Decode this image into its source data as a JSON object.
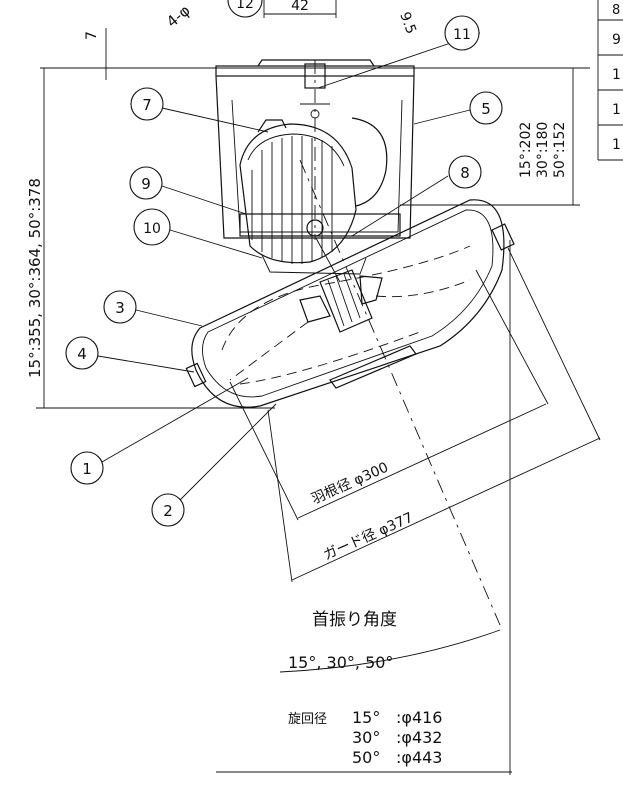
{
  "top_dims": {
    "left_partial": "4-φ",
    "center": "42",
    "right_partial": "9.5",
    "gap": "7"
  },
  "callouts": [
    {
      "id": "c1",
      "num": "1"
    },
    {
      "id": "c2",
      "num": "2"
    },
    {
      "id": "c3",
      "num": "3"
    },
    {
      "id": "c4",
      "num": "4"
    },
    {
      "id": "c5",
      "num": "5"
    },
    {
      "id": "c7",
      "num": "7"
    },
    {
      "id": "c8",
      "num": "8"
    },
    {
      "id": "c9",
      "num": "9"
    },
    {
      "id": "c10",
      "num": "10"
    },
    {
      "id": "c11",
      "num": "11"
    },
    {
      "id": "c12",
      "num": "12"
    }
  ],
  "left_height_dims": "15°:355,  30°:364,  50°:378",
  "right_height_dims": [
    "15°:202",
    "30°:180",
    "50°:152"
  ],
  "blade_dim": "羽根径 φ300",
  "guard_dim": "ガード径 φ377",
  "swing_angle": {
    "title": "首振り角度",
    "values": "15°, 30°, 50°"
  },
  "rotation": {
    "label": "旋回径",
    "rows": [
      {
        "angle": "15°",
        "dia": ":φ416"
      },
      {
        "angle": "30°",
        "dia": ":φ432"
      },
      {
        "angle": "50°",
        "dia": ":φ443"
      }
    ]
  },
  "table_rows": [
    "8",
    "9",
    "1",
    "1",
    "1"
  ]
}
